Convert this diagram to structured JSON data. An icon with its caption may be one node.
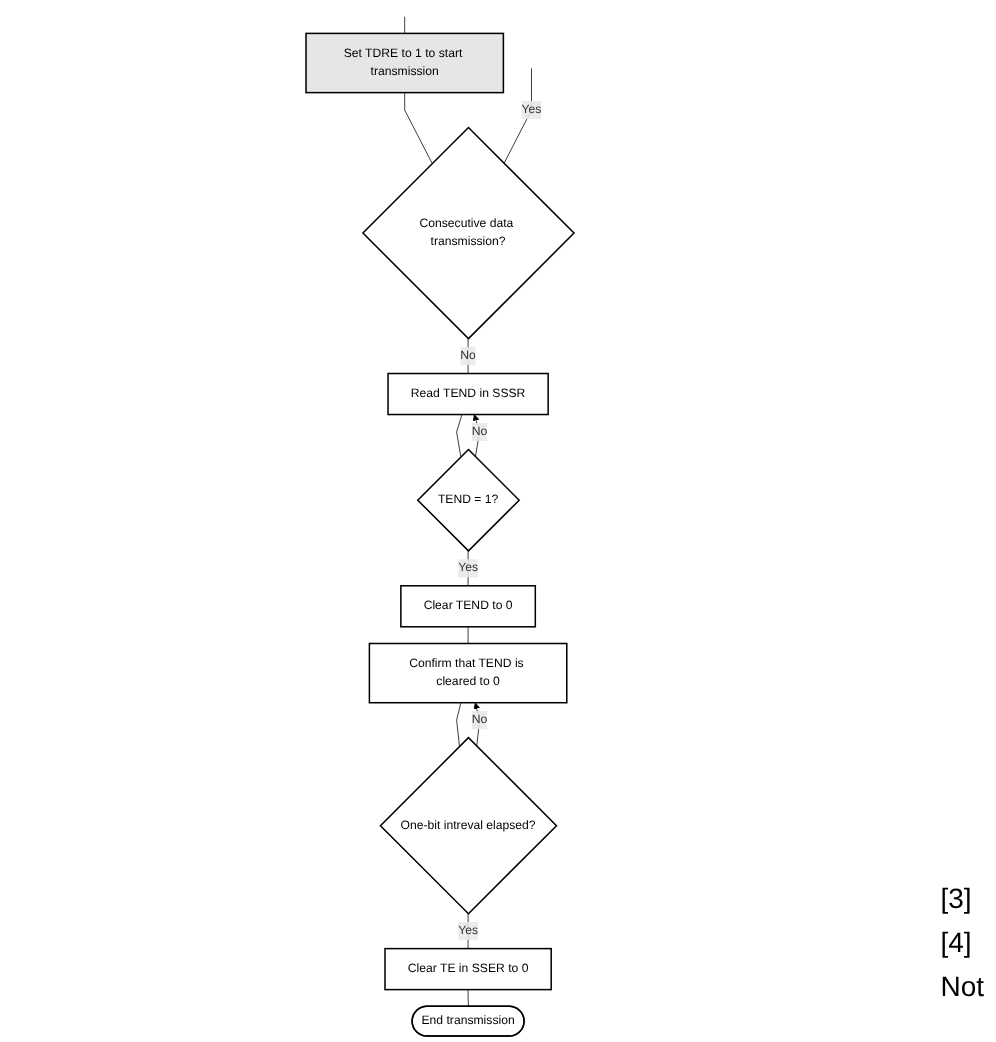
{
  "diagram": {
    "nodes": [
      {
        "text": [
          "Set TDRE to 1 to start transmission"
        ]
      },
      {
        "text": [
          "Consecutive data transmission?"
        ]
      },
      {
        "text": [
          "Read TEND in SSSR"
        ]
      },
      {
        "text": [
          "TEND = 1?"
        ]
      },
      {
        "text": [
          "Clear TEND to 0"
        ]
      },
      {
        "text": [
          "Confirm that TEND is cleared to 0"
        ]
      },
      {
        "text": [
          "One-bit intreval elapsed?"
        ]
      },
      {
        "text": [
          "Clear TE in SSER to 0"
        ]
      },
      {
        "text": [
          "End transmission"
        ]
      }
    ],
    "edges": [
      {
        "from": null,
        "to": 0,
        "arrow": "none"
      },
      {
        "from": 0,
        "to": 1,
        "arrow": "none"
      },
      {
        "from": 1,
        "to": null,
        "label": "Yes",
        "arrow": "none"
      },
      {
        "from": 1,
        "to": 2,
        "label": "No",
        "arrow": "none"
      },
      {
        "from": 2,
        "to": 3,
        "arrow": "none"
      },
      {
        "from": 3,
        "to": 2,
        "label": "No",
        "arrow": "to"
      },
      {
        "from": 3,
        "to": 4,
        "label": "Yes",
        "arrow": "none"
      },
      {
        "from": 4,
        "to": 5,
        "arrow": "none"
      },
      {
        "from": 6,
        "to": 5,
        "label": "No",
        "arrow": "to"
      },
      {
        "from": 5,
        "to": 6,
        "arrow": "none"
      },
      {
        "from": 6,
        "to": 7,
        "label": "Yes",
        "arrow": "none"
      },
      {
        "from": 7,
        "to": 8,
        "arrow": "none"
      }
    ],
    "labels": [
      "[3]",
      "[4]",
      "Not"
    ]
  }
}
